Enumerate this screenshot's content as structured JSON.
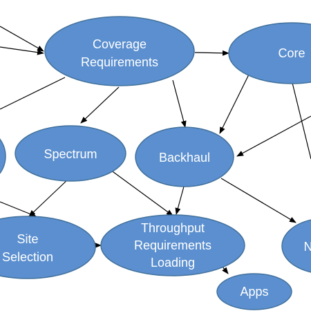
{
  "diagram": {
    "nodes": [
      {
        "id": "coverage",
        "lines": [
          "Coverage",
          "Requirements"
        ]
      },
      {
        "id": "core",
        "lines": [
          "Core"
        ]
      },
      {
        "id": "spectrum",
        "lines": [
          "Spectrum"
        ]
      },
      {
        "id": "backhaul",
        "lines": [
          "Backhaul"
        ]
      },
      {
        "id": "site",
        "lines": [
          "Site",
          "Selection"
        ]
      },
      {
        "id": "throughput",
        "lines": [
          "Throughput",
          "Requirements",
          "Loading"
        ]
      },
      {
        "id": "apps",
        "lines": [
          "Apps"
        ]
      },
      {
        "id": "n_partial",
        "lines": [
          "N"
        ]
      },
      {
        "id": "left_partial",
        "lines": []
      }
    ],
    "edges": [
      {
        "from": "offscreen-left-1",
        "to": "coverage"
      },
      {
        "from": "offscreen-left-2",
        "to": "coverage"
      },
      {
        "from": "coverage",
        "to": "offscreen-left-3"
      },
      {
        "from": "coverage",
        "to": "core"
      },
      {
        "from": "coverage",
        "to": "spectrum"
      },
      {
        "from": "coverage",
        "to": "backhaul"
      },
      {
        "from": "core",
        "to": "backhaul"
      },
      {
        "from": "offscreen-right",
        "to": "backhaul"
      },
      {
        "from": "core",
        "to": "offscreen-bottom-right"
      },
      {
        "from": "spectrum",
        "to": "site"
      },
      {
        "from": "spectrum",
        "to": "throughput"
      },
      {
        "from": "backhaul",
        "to": "throughput"
      },
      {
        "from": "backhaul",
        "to": "n_partial"
      },
      {
        "from": "offscreen-left-4",
        "to": "site"
      },
      {
        "from": "site",
        "to": "throughput"
      },
      {
        "from": "throughput",
        "to": "apps"
      }
    ]
  }
}
